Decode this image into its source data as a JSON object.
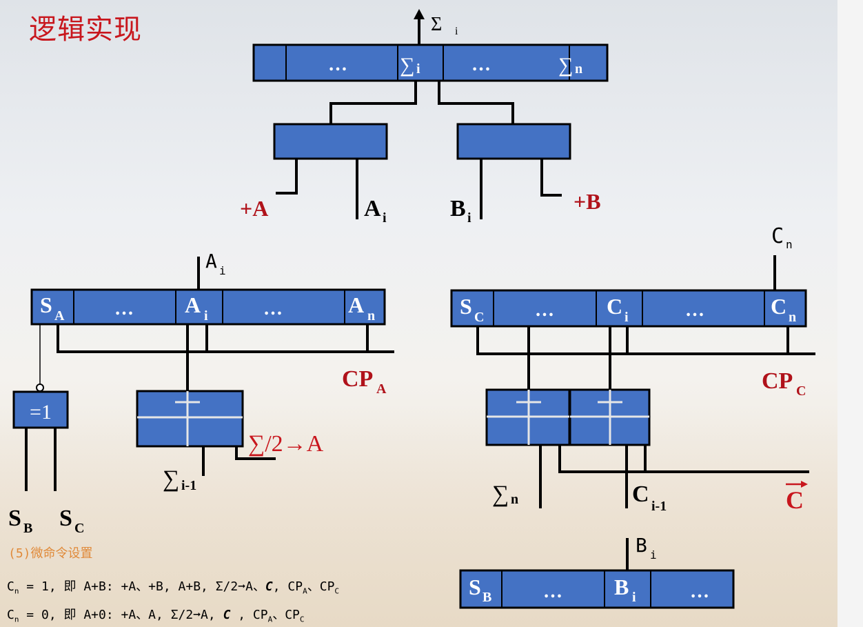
{
  "title": "逻辑实现",
  "top": {
    "out_label": "Σ i",
    "cells": [
      "",
      "…",
      "∑i",
      "…",
      "∑n"
    ],
    "plus_a": "+A",
    "a_i": "Ai",
    "b_i": "Bi",
    "plus_b": "+B"
  },
  "reg_a": {
    "top_label": "Ai",
    "cells": [
      "SA",
      "…",
      "Ai",
      "…",
      "An"
    ],
    "cp": "CPA",
    "xor": "=1",
    "sum_shift": "∑/2→A",
    "sum_prev": "∑i-1",
    "sb": "SB",
    "sc": "SC"
  },
  "reg_c": {
    "top_label": "Cn",
    "cells": [
      "SC",
      "…",
      "Ci",
      "…",
      "Cn"
    ],
    "cp": "CPC",
    "sum_n": "∑n",
    "c_prev": "Ci-1",
    "c_bar": "C"
  },
  "reg_b": {
    "top_label": "Bi",
    "cells": [
      "SB",
      "…",
      "Bi",
      "…"
    ]
  },
  "micro": {
    "heading": "(5)微命令设置",
    "line1": "Cn = 1, 即 A+B: +A、+B, A+B, Σ/2→A、C, CPA、CPC",
    "line2": "Cn = 0, 即 A+0: +A、A, Σ/2→A, C , CPA、CPC"
  },
  "colors": {
    "block": "#4472c4",
    "title": "#c8161d",
    "accent": "#b0121a",
    "subhead": "#e08a3a"
  }
}
